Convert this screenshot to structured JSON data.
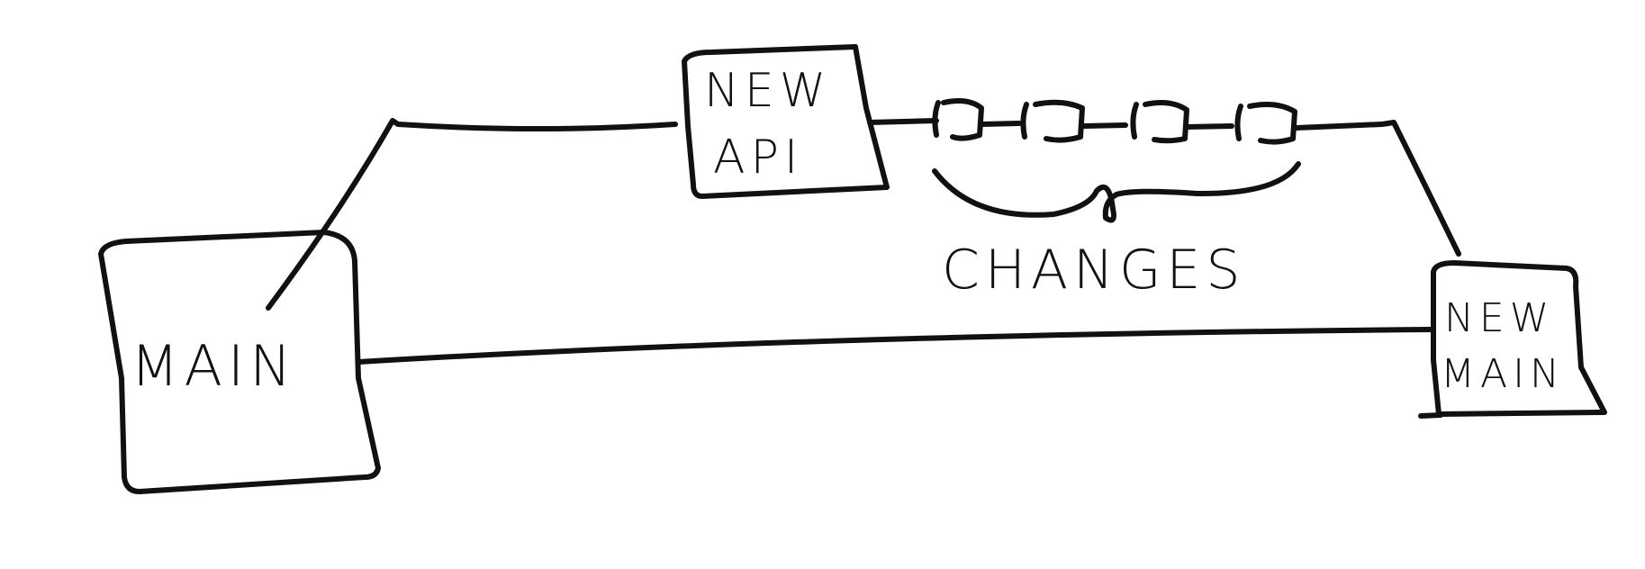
{
  "nodes": {
    "main": {
      "label": "MAIN"
    },
    "new_api": {
      "line1": "NEW",
      "line2": "API"
    },
    "new_main": {
      "line1": "NEW",
      "line2": "MAIN"
    }
  },
  "changes": {
    "label": "CHANGES",
    "commit_count": 4
  },
  "colors": {
    "ink": "#111111",
    "background": "#ffffff"
  }
}
